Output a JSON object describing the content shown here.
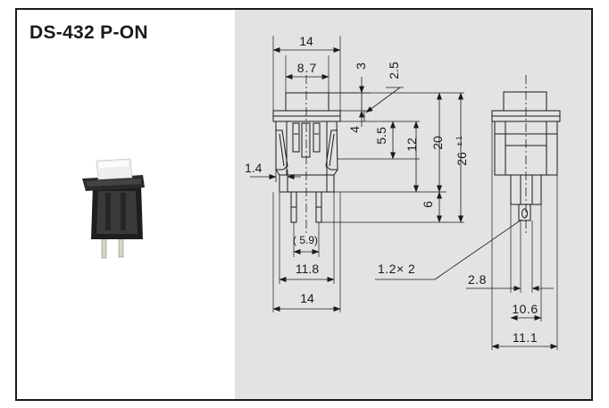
{
  "title": "DS-432 P-ON",
  "dimensions": {
    "top_width": "14",
    "cap_width": "8.7",
    "cap_height": "3",
    "cap_inset": "2.5",
    "body_step": "4",
    "shoulder": "5.5",
    "body_height": "12",
    "total_height": "20",
    "overall_height": "26",
    "tolerance": "± 1",
    "latch": "1.4",
    "terminal_length": "6",
    "pin_pitch": "( 5.9)",
    "body_width": "11.8",
    "base_width": "14",
    "hole": "1.2× 2",
    "side_pitch": "2.8",
    "side_mid": "10.6",
    "side_width": "11.1"
  },
  "colors": {
    "frame": "#1a1a1a",
    "panel_bg": "#e3e3e3",
    "line": "#1a1a1a"
  },
  "icons": {
    "photo": "push-switch-photo"
  }
}
